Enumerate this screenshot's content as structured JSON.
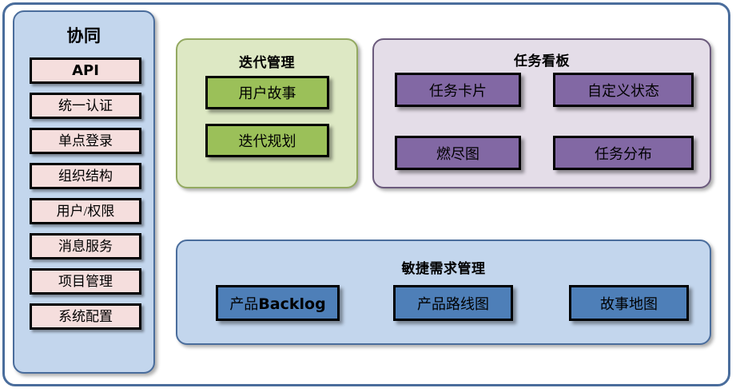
{
  "diagram": {
    "title_colors": {
      "frame_border": "#4a6d9c",
      "sidebar_bg": "#c3d6ed",
      "sidebar_item_bg": "#f5dedd",
      "green_panel_bg": "#dde8c4",
      "green_box_bg": "#9bc059",
      "purple_panel_bg": "#e4dde8",
      "purple_box_bg": "#8268a4",
      "blue_panel_bg": "#c3d6ed",
      "blue_box_bg": "#4e7fb8",
      "box_border": "#000000"
    }
  },
  "sidebar": {
    "title": "协同",
    "items": [
      {
        "label": "API"
      },
      {
        "label": "统一认证"
      },
      {
        "label": "单点登录"
      },
      {
        "label": "组织结构"
      },
      {
        "label": "用户/权限"
      },
      {
        "label": "消息服务"
      },
      {
        "label": "项目管理"
      },
      {
        "label": "系统配置"
      }
    ]
  },
  "groups": {
    "iteration": {
      "title": "迭代管理",
      "boxes": [
        {
          "label": "用户故事"
        },
        {
          "label": "迭代规划"
        }
      ]
    },
    "taskboard": {
      "title": "任务看板",
      "boxes": [
        {
          "label": "任务卡片"
        },
        {
          "label": "自定义状态"
        },
        {
          "label": "燃尽图"
        },
        {
          "label": "任务分布"
        }
      ]
    },
    "agile": {
      "title": "敏捷需求管理",
      "boxes": [
        {
          "label_cjk": "产品",
          "label_latin": "Backlog"
        },
        {
          "label": "产品路线图"
        },
        {
          "label": "故事地图"
        }
      ]
    }
  }
}
